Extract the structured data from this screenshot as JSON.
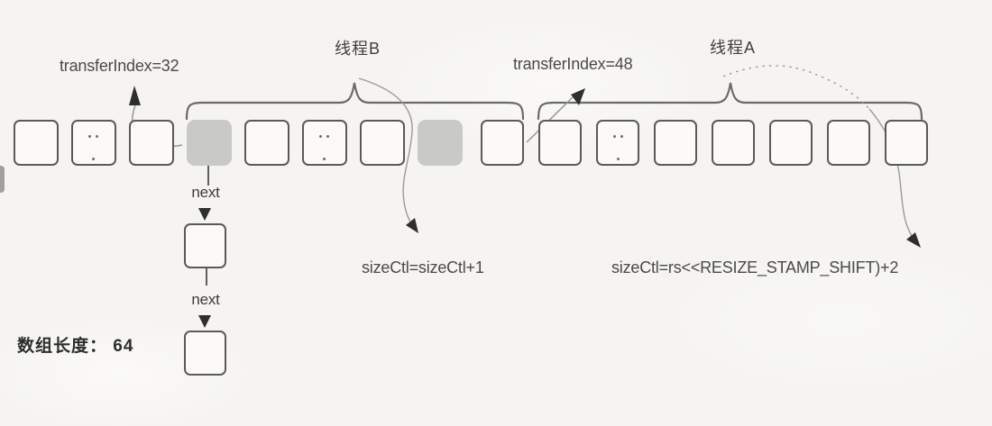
{
  "annotations": {
    "transfer_index_left": "transferIndex=32",
    "thread_b_label": "线程B",
    "transfer_index_right": "transferIndex=48",
    "thread_a_label": "线程A",
    "size_ctl_thread_b": "sizeCtl=sizeCtl+1",
    "size_ctl_thread_a": "sizeCtl=rs<<RESIZE_STAMP_SHIFT)+2",
    "next_label_1": "next",
    "next_label_2": "next",
    "array_length_label": "数组长度： 64"
  },
  "array": {
    "cell_count": 16,
    "border_color": "#5a5a5a",
    "highlight_color": "#c9cac8",
    "cells": [
      {
        "index": 1,
        "type": "empty"
      },
      {
        "index": 2,
        "type": "ellipsis"
      },
      {
        "index": 3,
        "type": "empty"
      },
      {
        "index": 4,
        "type": "highlighted"
      },
      {
        "index": 5,
        "type": "empty"
      },
      {
        "index": 6,
        "type": "ellipsis"
      },
      {
        "index": 7,
        "type": "empty"
      },
      {
        "index": 8,
        "type": "highlighted"
      },
      {
        "index": 9,
        "type": "empty"
      },
      {
        "index": 10,
        "type": "empty"
      },
      {
        "index": 11,
        "type": "ellipsis"
      },
      {
        "index": 12,
        "type": "empty"
      },
      {
        "index": 13,
        "type": "empty"
      },
      {
        "index": 14,
        "type": "empty"
      },
      {
        "index": 15,
        "type": "empty"
      },
      {
        "index": 16,
        "type": "empty"
      }
    ]
  },
  "linked_list": {
    "node_count": 2
  }
}
